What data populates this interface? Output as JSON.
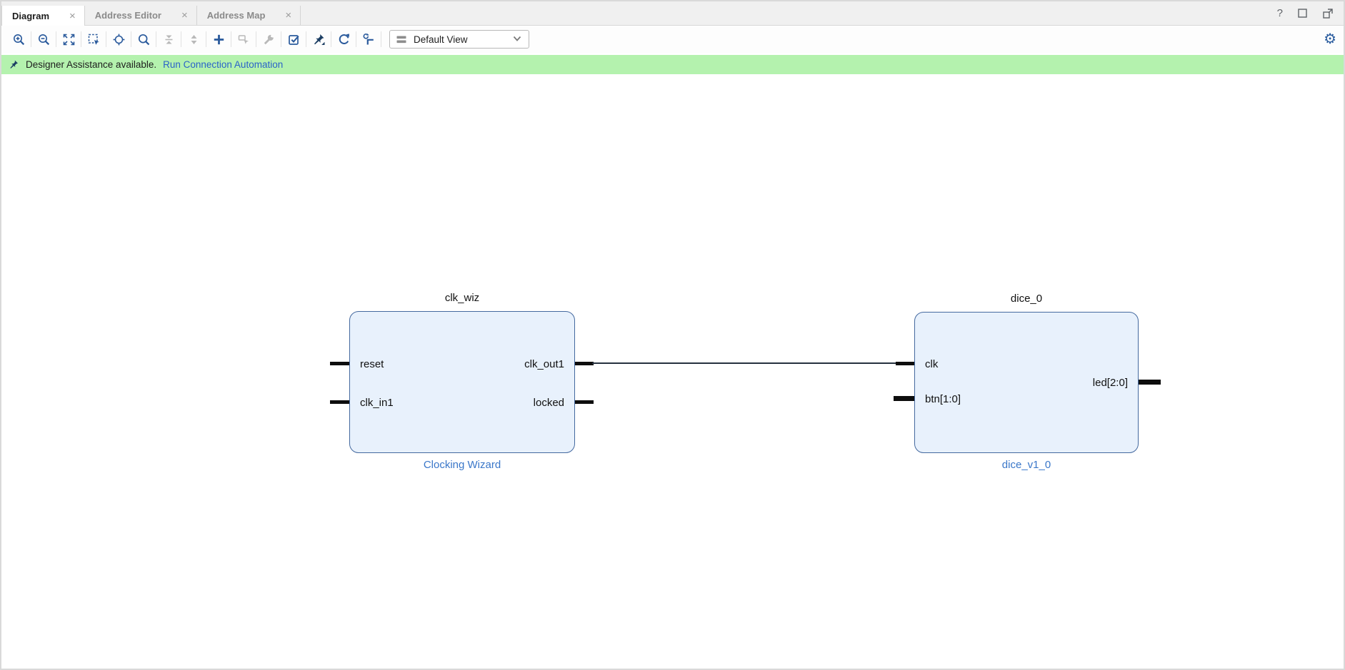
{
  "window": {
    "controls": [
      {
        "name": "help",
        "glyph": "?"
      },
      {
        "name": "maximize"
      },
      {
        "name": "float"
      }
    ]
  },
  "tabs": [
    {
      "label": "Diagram",
      "close": "×",
      "active": true
    },
    {
      "label": "Address Editor",
      "close": "×",
      "active": false
    },
    {
      "label": "Address Map",
      "close": "×",
      "active": false
    }
  ],
  "toolbar": {
    "buttons": [
      {
        "name": "zoom-in",
        "enabled": true
      },
      {
        "name": "zoom-out",
        "enabled": true
      },
      {
        "name": "zoom-fit",
        "enabled": true
      },
      {
        "name": "zoom-to-selection",
        "enabled": true
      },
      {
        "name": "fit-selection",
        "enabled": true
      },
      {
        "name": "search",
        "enabled": true
      },
      {
        "name": "collapse-hierarchy",
        "enabled": false
      },
      {
        "name": "expand-hierarchy",
        "enabled": false
      },
      {
        "name": "add-ip",
        "enabled": true
      },
      {
        "name": "make-external-connection",
        "enabled": false
      },
      {
        "name": "customize-block",
        "enabled": false
      },
      {
        "name": "validate-design",
        "enabled": true
      },
      {
        "name": "pin",
        "enabled": true
      },
      {
        "name": "regenerate-layout",
        "enabled": true
      },
      {
        "name": "optimize-routing",
        "enabled": true
      }
    ],
    "view_selector": {
      "value": "Default View"
    },
    "settings_glyph": "⚙"
  },
  "banner": {
    "text": "Designer Assistance available.",
    "link_label": "Run Connection Automation",
    "background": "#b4f2ae"
  },
  "diagram": {
    "blocks": [
      {
        "name": "clk_wiz",
        "subtitle": "Clocking Wizard",
        "left_ports": [
          {
            "name": "reset",
            "bus": false
          },
          {
            "name": "clk_in1",
            "bus": false
          }
        ],
        "right_ports": [
          {
            "name": "clk_out1",
            "bus": false
          },
          {
            "name": "locked",
            "bus": false
          }
        ]
      },
      {
        "name": "dice_0",
        "subtitle": "dice_v1_0",
        "left_ports": [
          {
            "name": "clk",
            "bus": false
          },
          {
            "name": "btn[1:0]",
            "bus": true
          }
        ],
        "right_ports": [
          {
            "name": "led[2:0]",
            "bus": true
          }
        ]
      }
    ],
    "connections": [
      {
        "from": "clk_wiz/clk_out1",
        "to": "dice_0/clk"
      }
    ],
    "colors": {
      "block_fill": "#e8f1fc",
      "block_border": "#44699f",
      "subtitle_text": "#3a77c9",
      "wire": "#25313f",
      "stub": "#0d0d0d"
    }
  }
}
